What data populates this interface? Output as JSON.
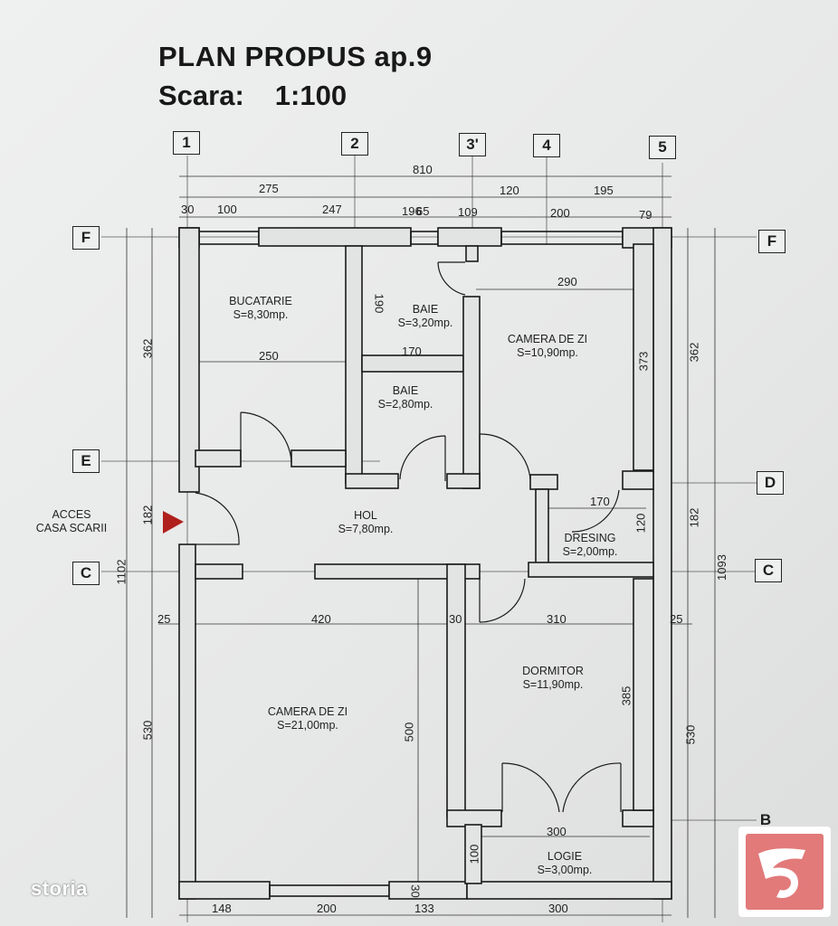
{
  "header": {
    "title": "PLAN PROPUS ap.9",
    "scale_label": "Scara:",
    "scale_value": "1:100"
  },
  "axes_top": [
    "1",
    "2",
    "3'",
    "4",
    "5"
  ],
  "axes_side": {
    "F_left": "F",
    "F_right": "F",
    "E": "E",
    "D": "D",
    "C_left": "C",
    "C_right": "C",
    "B": "B"
  },
  "rooms": {
    "bucatarie": {
      "name": "BUCATARIE",
      "area": "S=8,30mp."
    },
    "baie1": {
      "name": "BAIE",
      "area": "S=3,20mp."
    },
    "camera_zi_mica": {
      "name": "CAMERA DE ZI",
      "area": "S=10,90mp."
    },
    "baie2": {
      "name": "BAIE",
      "area": "S=2,80mp."
    },
    "hol": {
      "name": "HOL",
      "area": "S=7,80mp."
    },
    "dresing": {
      "name": "DRESING",
      "area": "S=2,00mp."
    },
    "dormitor": {
      "name": "DORMITOR",
      "area": "S=11,90mp."
    },
    "camera_zi_mare": {
      "name": "CAMERA DE ZI",
      "area": "S=21,00mp."
    },
    "logie": {
      "name": "LOGIE",
      "area": "S=3,00mp."
    }
  },
  "access": {
    "line1": "ACCES",
    "line2": "CASA SCARII"
  },
  "dims": {
    "top_total": "810",
    "top_275": "275",
    "top_120": "120",
    "top_195": "195",
    "r3_30": "30",
    "r3_100": "100",
    "r3_247": "247",
    "r3_196": "196",
    "r3_65": "65",
    "r3_109": "109",
    "r3_200": "200",
    "r3_79": "79",
    "d290": "290",
    "d190": "190",
    "d250": "250",
    "d170a": "170",
    "d373": "373",
    "left_362": "362",
    "left_182": "182",
    "left_1102": "1102",
    "left_530": "530",
    "right_362": "362",
    "right_182": "182",
    "right_1093": "1093",
    "right_530": "530",
    "d170b": "170",
    "d120": "120",
    "mid_25a": "25",
    "mid_420": "420",
    "mid_30": "30",
    "mid_310": "310",
    "mid_25b": "25",
    "d385": "385",
    "d500": "500",
    "d300": "300",
    "d100": "100",
    "d30b": "30",
    "bot_148": "148",
    "bot_200": "200",
    "bot_133": "133",
    "bot_300": "300"
  },
  "watermark": {
    "storia": "storia"
  },
  "colors": {
    "wall_fill": "#e2e4e4",
    "wall_stroke": "#1a1a1a",
    "entry_arrow": "#b0201c",
    "logo_red": "#e27a7a"
  }
}
